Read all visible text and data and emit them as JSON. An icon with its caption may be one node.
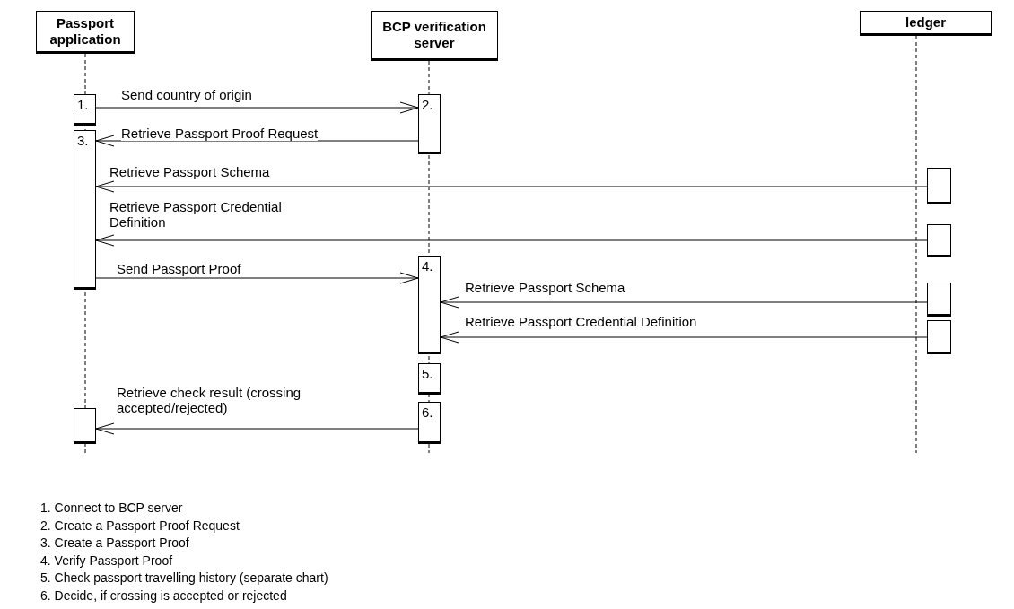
{
  "diagram": {
    "nodes": [
      {
        "text": [
          "Passport application"
        ]
      },
      {
        "text": [
          "BCP verification server"
        ]
      },
      {
        "text": [
          "ledger"
        ]
      },
      {
        "text": [
          "1."
        ]
      },
      {
        "text": [
          "2."
        ]
      },
      {
        "text": [
          "3."
        ]
      },
      {
        "text": [],
        "shape": "box"
      },
      {
        "text": [],
        "shape": "box"
      },
      {
        "text": [
          "4."
        ]
      },
      {
        "text": [],
        "shape": "box"
      },
      {
        "text": [],
        "shape": "box"
      },
      {
        "text": [
          "5."
        ]
      },
      {
        "text": [
          "6."
        ]
      },
      {
        "text": [],
        "shape": "box"
      }
    ],
    "edges": [
      {
        "from": 3,
        "to": 4,
        "arrow": "to",
        "label": "Send country of origin"
      },
      {
        "from": 4,
        "to": 5,
        "arrow": "to",
        "label": "Retrieve Passport Proof Request"
      },
      {
        "from": 6,
        "to": 5,
        "arrow": "to",
        "label": "Retrieve Passport Schema"
      },
      {
        "from": 7,
        "to": 5,
        "arrow": "to",
        "label": "Retrieve Passport Credential Definition"
      },
      {
        "from": 5,
        "to": 8,
        "arrow": "to",
        "label": "Send Passport Proof"
      },
      {
        "from": 9,
        "to": 8,
        "arrow": "to",
        "label": "Retrieve Passport Schema"
      },
      {
        "from": 10,
        "to": 8,
        "arrow": "to",
        "label": "Retrieve Passport Credential Definition"
      },
      {
        "from": 12,
        "to": 13,
        "arrow": "to",
        "label": "Retrieve check result (crossing accepted/rejected)"
      }
    ],
    "labels": [
      "1. Connect to BCP server",
      "2. Create a Passport Proof Request",
      "3. Create a Passport Proof",
      "4. Verify Passport Proof",
      "5. Check passport travelling history (separate chart)",
      "6. Decide, if crossing is accepted or rejected"
    ]
  }
}
